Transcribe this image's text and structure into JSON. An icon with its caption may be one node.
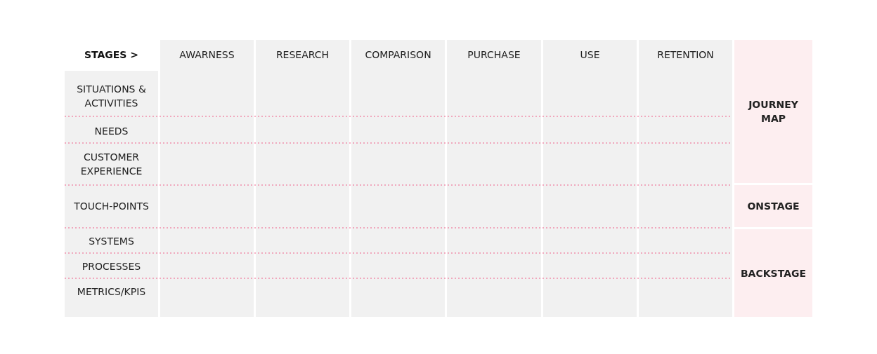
{
  "diagram": {
    "nodes": [
      {
        "text": [
          "SITUATIONS & ACTIVITIES",
          "NEEDS",
          "CUSTOMER EXPERIENCE",
          "TOUCH-POINTS",
          "SYSTEMS",
          "PROCESSES",
          "METRICS/KPIS"
        ]
      },
      {
        "text": [
          "AWARNESS"
        ]
      },
      {
        "text": [
          "RESEARCH"
        ]
      },
      {
        "text": [
          "COMPARISON"
        ]
      },
      {
        "text": [
          "PURCHASE"
        ]
      },
      {
        "text": [
          "USE"
        ]
      },
      {
        "text": [
          "RETENTION"
        ]
      },
      {
        "text": [
          "JOURNEY MAP"
        ]
      },
      {
        "text": [
          "ONSTAGE"
        ]
      },
      {
        "text": [
          "BACKSTAGE"
        ]
      }
    ],
    "edges": [],
    "labels": [
      "STAGES >"
    ]
  }
}
